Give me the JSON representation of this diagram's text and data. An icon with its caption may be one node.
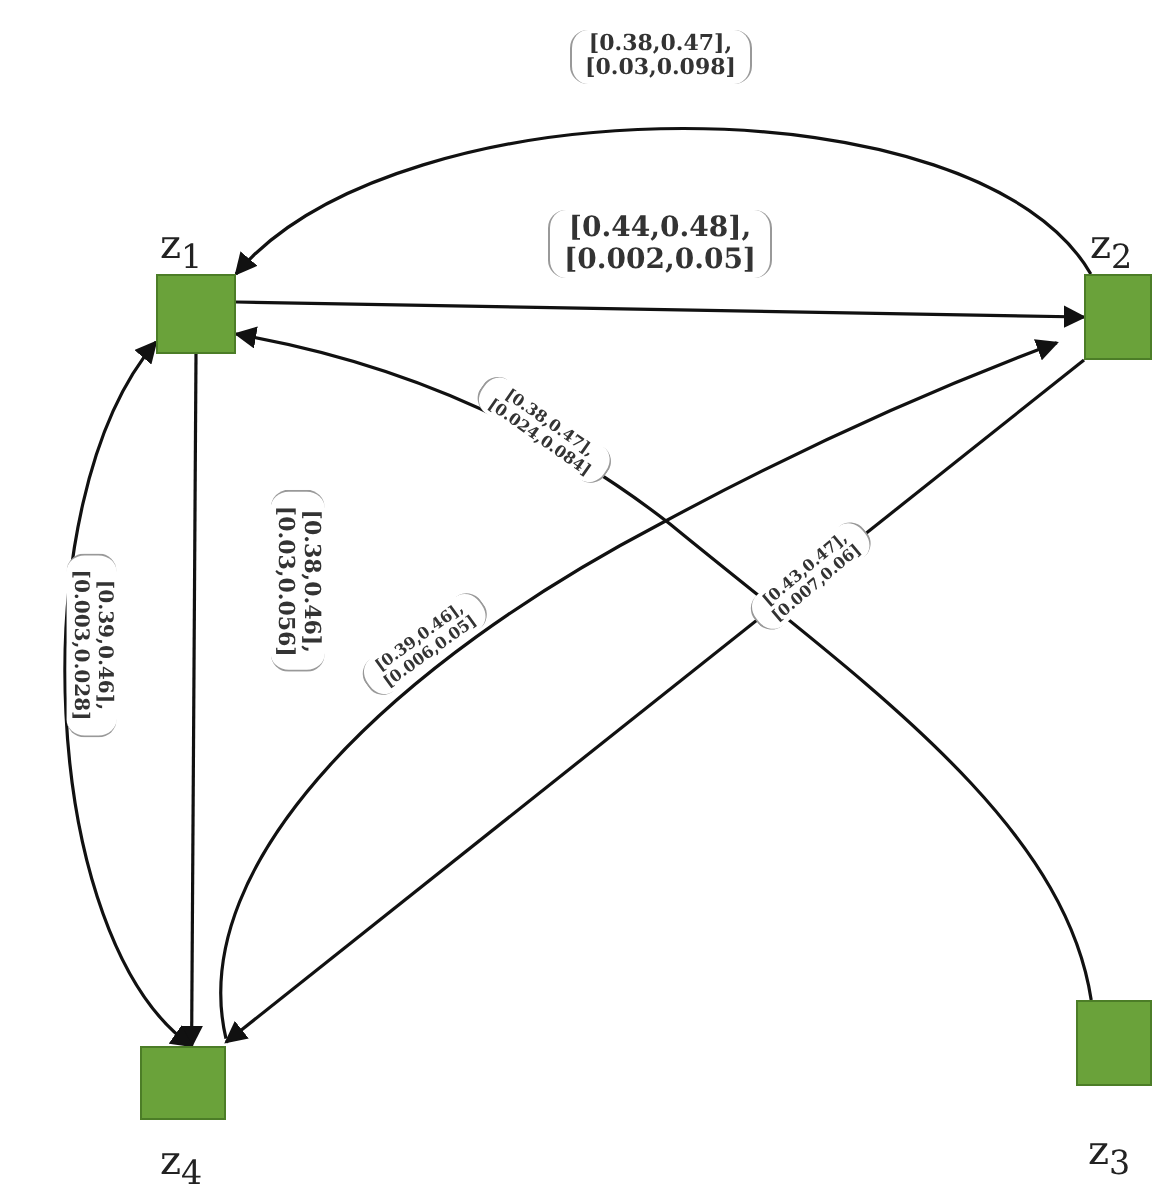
{
  "diagram": {
    "nodes": [
      {
        "text": [
          "z$_{1}$"
        ]
      },
      {
        "text": [
          "z$_{2}$"
        ]
      },
      {
        "text": [
          "z$_{3}$"
        ]
      },
      {
        "text": [
          "z$_{4}$"
        ]
      }
    ],
    "edges": [
      {
        "from": 1,
        "to": 0,
        "arrow": "to",
        "label": "[0.38,0.47], [0.03,0.098]"
      },
      {
        "from": 0,
        "to": 1,
        "arrow": "to",
        "label": "[0.44,0.48], [0.002,0.05]"
      },
      {
        "from": 2,
        "to": 0,
        "arrow": "to",
        "label": "[0.38,0.47], [0.024,0.084]"
      },
      {
        "from": 3,
        "to": 1,
        "arrow": "to",
        "label": "[0.39,0.46], [0.006,0.05]"
      },
      {
        "from": 1,
        "to": 3,
        "arrow": "to",
        "label": "[0.43,0.47], [0.007,0.06]"
      },
      {
        "from": 0,
        "to": 3,
        "arrow": "to",
        "label": "[0.38,0.46], [0.03,0.056]"
      },
      {
        "from": 0,
        "to": 3,
        "arrow": "both",
        "label": "[0.39,0.46], [0.003,0.028]"
      }
    ]
  }
}
